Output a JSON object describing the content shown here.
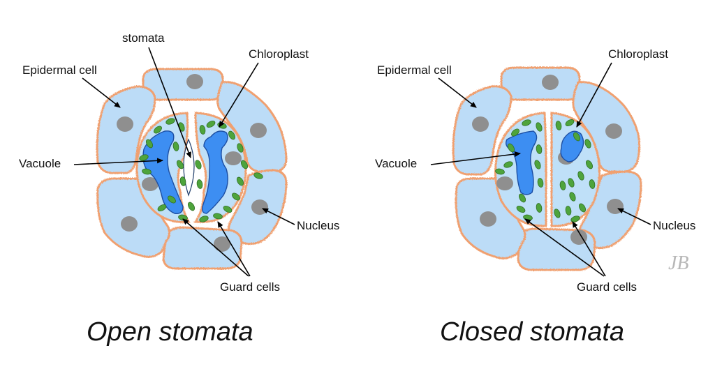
{
  "colors": {
    "epidermal_fill": "#bcdcf7",
    "cell_border": "#f0a070",
    "nucleus": "#8f8f8f",
    "vacuole": "#3d8ef2",
    "vacuole_border": "#1d4fa3",
    "chloroplast": "#4ea43c",
    "guard_fill": "#bfe0f8"
  },
  "open": {
    "caption": "Open stomata",
    "labels": {
      "stomata": "stomata",
      "chloroplast": "Chloroplast",
      "epidermal": "Epidermal cell",
      "vacuole": "Vacuole",
      "nucleus": "Nucleus",
      "guard": "Guard cells"
    }
  },
  "closed": {
    "caption": "Closed stomata",
    "labels": {
      "chloroplast": "Chloroplast",
      "epidermal": "Epidermal cell",
      "vacuole": "Vacuole",
      "nucleus": "Nucleus",
      "guard": "Guard cells"
    }
  },
  "signature": "JB"
}
